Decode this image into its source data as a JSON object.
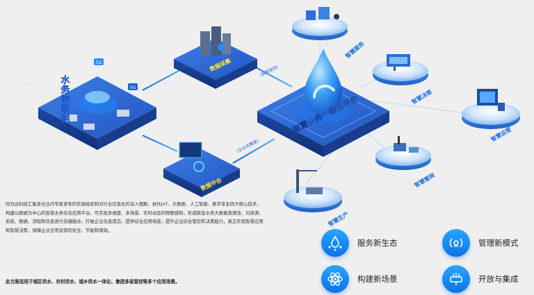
{
  "diagram": {
    "center_platform": "智慧水务一体化平台",
    "left_block_vertical": "水务物联网",
    "badge_5g_top": "5G",
    "badge_5g_mid": "5G",
    "top_node": "数据采集",
    "bottom_node": "数据中台",
    "link_upper": "(智慧管网)",
    "link_lower": "(全业务覆盖)",
    "sat_service": "智慧服务",
    "sat_decision": "智慧决策",
    "sat_operation": "智慧运营",
    "sat_pipe": "智慧管网",
    "sat_production": "智慧生产"
  },
  "description": "同为达科技汇集多位业内专家多年的实践经验和对行业信息化的深入理解，依托IoT、大数据、人工智能、数字孪生四大核心技术，构建以数据为中心的智慧水务综合应用平台。可实现多维度、多场景、实时动态的物联感知，形成新型水务大数据资源池，对资源、系统、数据、流程和信息进行无缝融合，打破企业信息孤岛，提供综合应用场景，提升企业综合管控和决策能力，真正实现智慧应用和智慧决策，保障企业日常运营的安全、节能和增效。",
  "note": "此方案适用于城区供水、农村供水、城乡供水一体化、集团多级管控等多个应用场景。",
  "features": [
    {
      "label": "服务新生态",
      "icon": "water-drop-network-icon"
    },
    {
      "label": "管理新模式",
      "icon": "management-signal-icon"
    },
    {
      "label": "构建新场景",
      "icon": "atom-scene-icon"
    },
    {
      "label": "开放与集成",
      "icon": "integration-hub-icon"
    }
  ],
  "colors": {
    "accent": "#1a8cff",
    "platform_top": "#2f6fd9",
    "platform_side": "#1b4aa8",
    "background": "#efefef",
    "link_line": "#1e86ff"
  }
}
